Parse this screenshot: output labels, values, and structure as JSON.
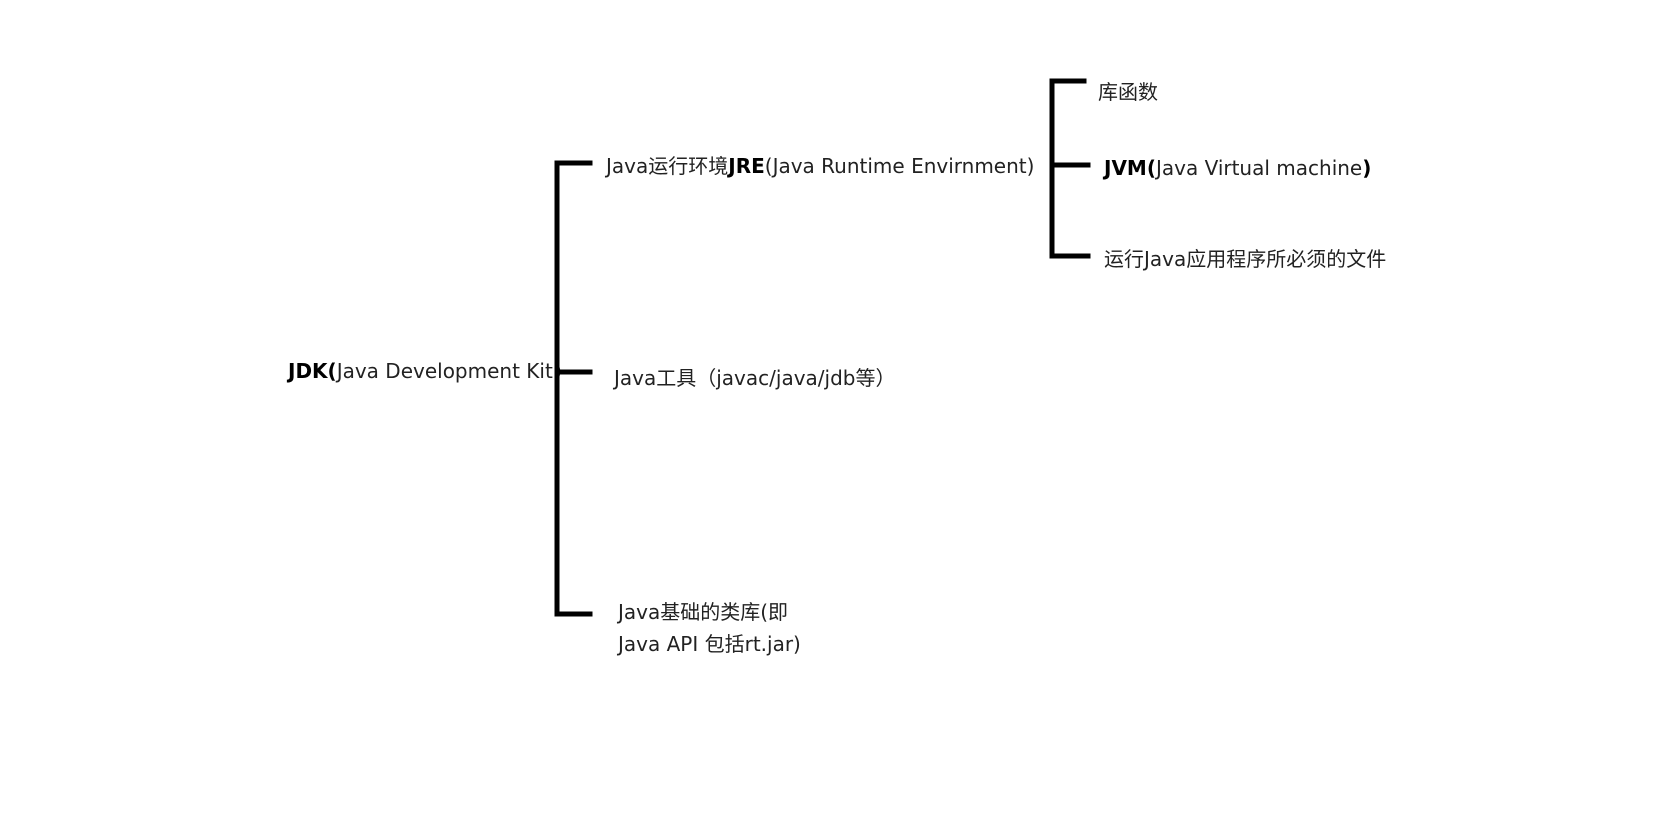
{
  "colors": {
    "line": "#000000",
    "text": "#222222",
    "background": "#ffffff"
  },
  "root": {
    "bold": "JDK(",
    "rest": "Java Development Kit",
    "bold_end": ")"
  },
  "children": [
    {
      "lead": "Java运行环境",
      "bold": "JRE",
      "rest": "(Java Runtime Envirnment)"
    },
    {
      "text": "Java工具（javac/java/jdb等）"
    },
    {
      "line1": "Java基础的类库(即",
      "line2": "Java API 包括rt.jar)"
    }
  ],
  "jre_children": [
    {
      "text": "库函数"
    },
    {
      "bold": "JVM(",
      "rest": "Java Virtual machine",
      "bold_end": ")"
    },
    {
      "text": "运行Java应用程序所必须的文件"
    }
  ]
}
